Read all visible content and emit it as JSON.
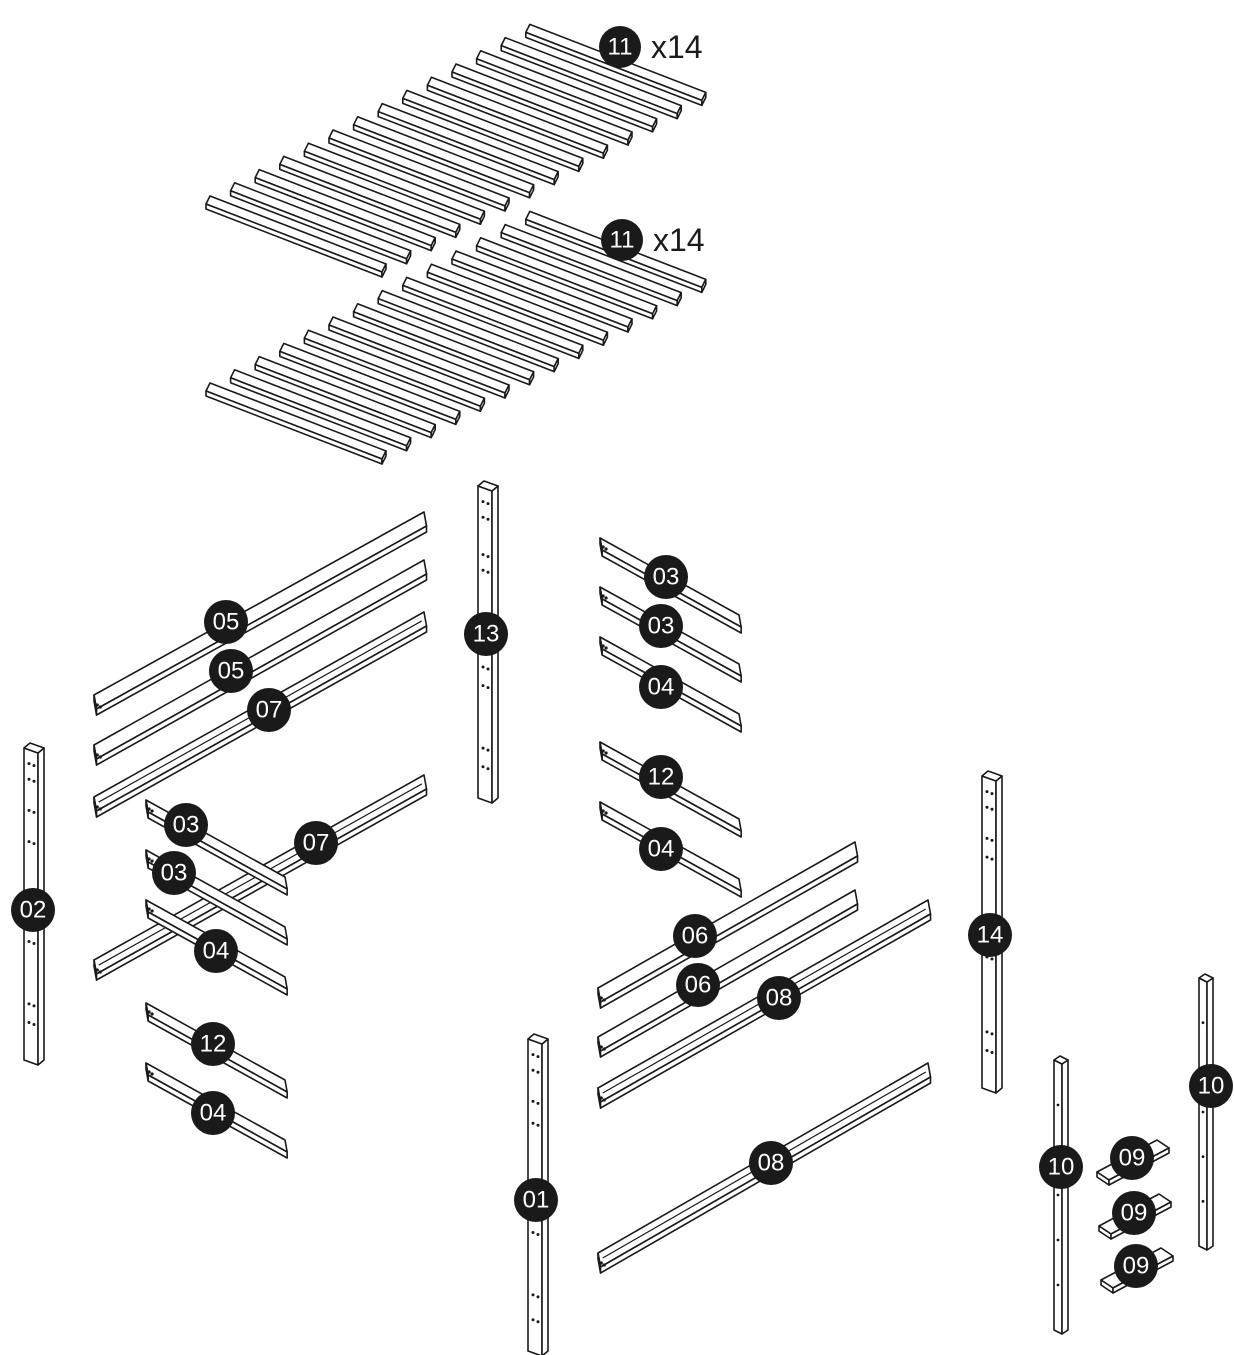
{
  "diagram": {
    "colors": {
      "ink": "#1a1a1a",
      "paper": "#ffffff"
    },
    "slats": {
      "label": "11",
      "quantity": "x14"
    },
    "parts": [
      {
        "id": "p02",
        "label": "02"
      },
      {
        "id": "p13",
        "label": "13"
      },
      {
        "id": "p01",
        "label": "01"
      },
      {
        "id": "p14",
        "label": "14"
      },
      {
        "id": "p05a",
        "label": "05"
      },
      {
        "id": "p05b",
        "label": "05"
      },
      {
        "id": "p07a",
        "label": "07"
      },
      {
        "id": "p07b",
        "label": "07"
      },
      {
        "id": "p03a",
        "label": "03"
      },
      {
        "id": "p03b",
        "label": "03"
      },
      {
        "id": "p04a",
        "label": "04"
      },
      {
        "id": "p12a",
        "label": "12"
      },
      {
        "id": "p04b",
        "label": "04"
      },
      {
        "id": "p03c",
        "label": "03"
      },
      {
        "id": "p03d",
        "label": "03"
      },
      {
        "id": "p04c",
        "label": "04"
      },
      {
        "id": "p12b",
        "label": "12"
      },
      {
        "id": "p04d",
        "label": "04"
      },
      {
        "id": "p06a",
        "label": "06"
      },
      {
        "id": "p06b",
        "label": "06"
      },
      {
        "id": "p08a",
        "label": "08"
      },
      {
        "id": "p08b",
        "label": "08"
      },
      {
        "id": "p10a",
        "label": "10"
      },
      {
        "id": "p10b",
        "label": "10"
      },
      {
        "id": "p09a",
        "label": "09"
      },
      {
        "id": "p09b",
        "label": "09"
      },
      {
        "id": "p09c",
        "label": "09"
      }
    ]
  }
}
